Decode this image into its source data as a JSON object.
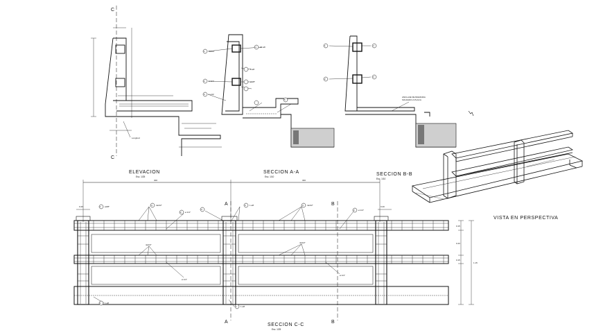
{
  "drawing": {
    "section_markers": {
      "c_top": "C",
      "c_bottom": "C",
      "a_top": "A",
      "a_bottom": "A",
      "b_top": "B",
      "b_bottom": "B"
    },
    "titles": {
      "elevacion": "ELEVACION",
      "elevacion_scale": "Esc. 1/25",
      "seccion_aa": "SECCION A-A",
      "seccion_aa_scale": "Esc. 1/10",
      "seccion_bb": "SECCION B-B",
      "seccion_bb_scale": "Esc. 1/10",
      "seccion_cc": "SECCION C-C",
      "seccion_cc_scale": "Esc. 1/25",
      "vista": "VISTA EN PERSPECTIVA"
    },
    "dimensions": {
      "span_left": "300",
      "span_right": "300",
      "post_left": "0.20",
      "post_right": "0.20",
      "right_1": "0.15",
      "right_2": "0.43",
      "right_3": "0.15",
      "right_total": "1.15"
    },
    "callouts": {
      "nc1": "1",
      "nc2": "2",
      "nc3": "3",
      "nc4": "4",
      "nc5": "5",
      "c_bars": "4ø1/2\"",
      "c_stirrup": "ø 1/4\"",
      "c_bar_1": "1 ø8",
      "c_bar_2": "1 ø12",
      "c_bar_3": "10 ø8",
      "c_rod": "ø3/8\"",
      "c_anchor": "ANCLAJE DE BARANDA",
      "c_anchor_2": "SOLDADO A PLACA",
      "c_longitud": "Longitud"
    }
  }
}
